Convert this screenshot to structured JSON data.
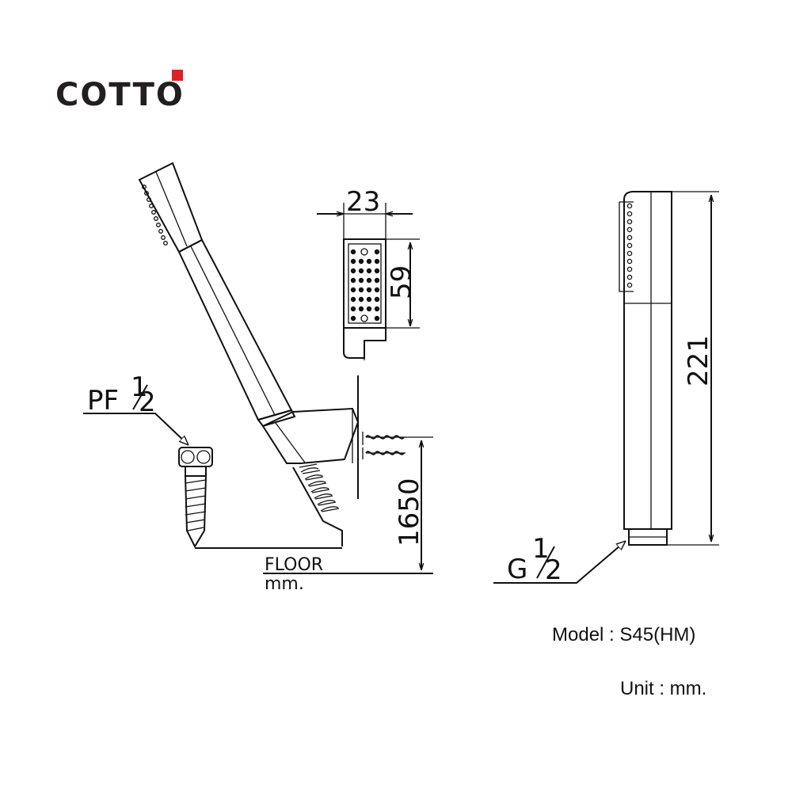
{
  "brand": {
    "name": "COTTO",
    "accent_color": "#e31e24"
  },
  "dimensions": {
    "width": "23",
    "head_length": "59",
    "height": "1650",
    "total_length": "221"
  },
  "labels": {
    "pf_prefix": "PF",
    "pf_fraction": "1/2",
    "g_prefix": "G",
    "g_fraction": "1/2",
    "floor": "FLOOR",
    "floor_unit": "mm."
  },
  "info": {
    "model": "Model : S45(HM)",
    "unit": "Unit : mm."
  }
}
